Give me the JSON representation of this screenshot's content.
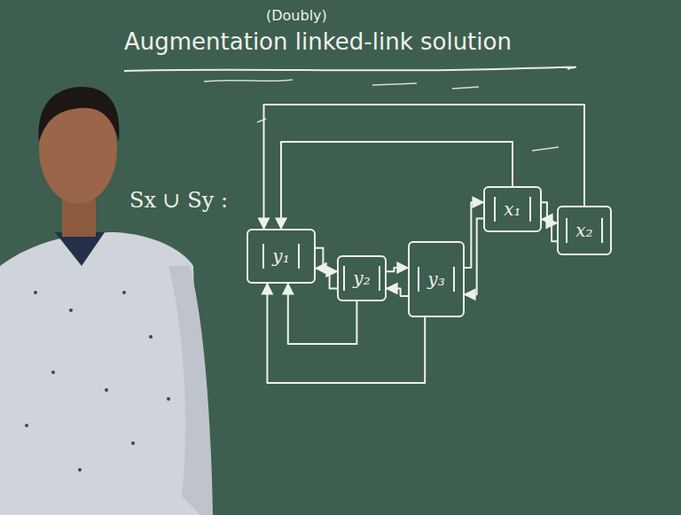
{
  "diagram": {
    "title": "Augmentation linked-link solution",
    "nodes": [
      {
        "text": [
          "y₁"
        ]
      },
      {
        "text": [
          "y₂"
        ]
      },
      {
        "text": [
          "y₃"
        ]
      },
      {
        "text": [
          "x₁"
        ]
      },
      {
        "text": [
          "x₂"
        ]
      }
    ],
    "edges": [
      {
        "from": 0,
        "to": 1,
        "arrow": "to"
      },
      {
        "from": 1,
        "to": 0,
        "arrow": "to"
      },
      {
        "from": 1,
        "to": 2,
        "arrow": "to"
      },
      {
        "from": 2,
        "to": 1,
        "arrow": "to"
      },
      {
        "from": 2,
        "to": 3,
        "arrow": "to"
      },
      {
        "from": 3,
        "to": 2,
        "arrow": "to"
      },
      {
        "from": 3,
        "to": 4,
        "arrow": "to"
      },
      {
        "from": 4,
        "to": 3,
        "arrow": "to"
      },
      {
        "from": 1,
        "to": 0,
        "arrow": "to"
      },
      {
        "from": 2,
        "to": 0,
        "arrow": "to"
      },
      {
        "from": 3,
        "to": 0,
        "arrow": "to"
      },
      {
        "from": 4,
        "to": 0,
        "arrow": "to"
      }
    ],
    "labels": [
      "(Doubly)",
      "Sx ∪ Sy :"
    ]
  }
}
